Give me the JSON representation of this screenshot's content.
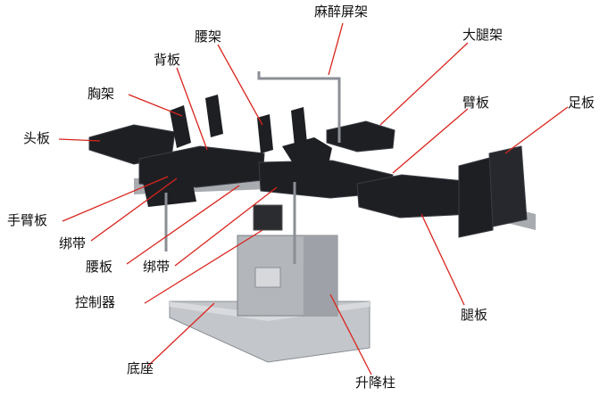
{
  "colors": {
    "leader_line": "#d9251d",
    "pad": "#1d1f23",
    "pad_edge": "#3a3d44",
    "steel": "#b9bcc0",
    "steel_dark": "#7f8389",
    "text": "#111111"
  },
  "labels": {
    "anesthesia_screen_frame": "麻醉屏架",
    "lumbar_frame": "腰架",
    "back_plate": "背板",
    "thigh_frame": "大腿架",
    "chest_frame": "胸架",
    "arm_board": "臂板",
    "foot_plate": "足板",
    "head_plate": "头板",
    "hand_arm_board": "手臂板",
    "strap_left": "绑带",
    "waist_plate": "腰板",
    "strap_right": "绑带",
    "controller": "控制器",
    "leg_plate": "腿板",
    "base": "底座",
    "lift_column": "升降柱"
  }
}
